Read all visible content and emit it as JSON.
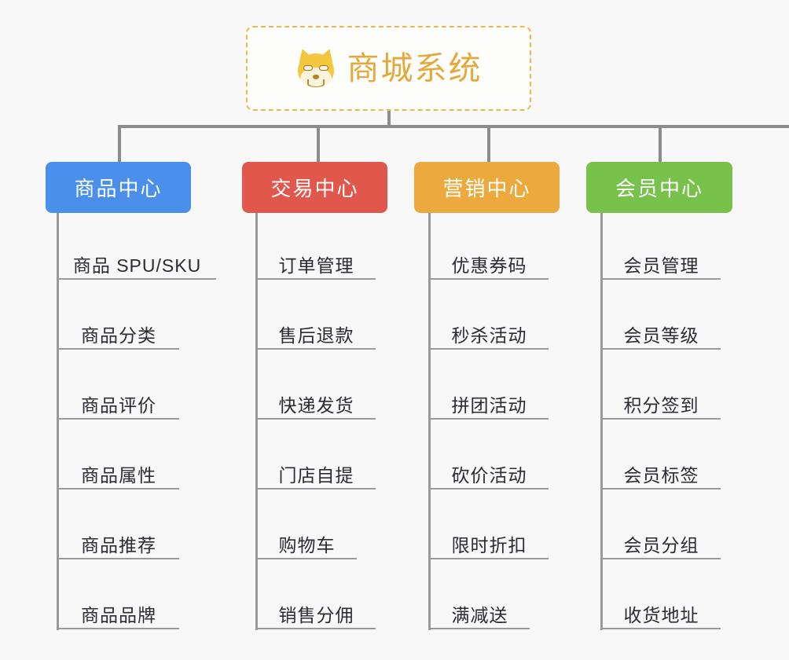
{
  "page": {
    "background_color": "#f8f8f8",
    "type": "org-chart-mindmap"
  },
  "root": {
    "title": "商城系统",
    "icon": "shiba-inu-dog-face-emoji",
    "title_color": "#e4a93c",
    "border_color": "#eeb94a",
    "border_style": "dashed"
  },
  "connector": {
    "color": "#8c8c8c"
  },
  "columns": [
    {
      "label": "商品中心",
      "color": "#4a90ea",
      "text_color": "#ffffff",
      "items": [
        "商品 SPU/SKU",
        "商品分类",
        "商品评价",
        "商品属性",
        "商品推荐",
        "商品品牌"
      ]
    },
    {
      "label": "交易中心",
      "color": "#e2574c",
      "text_color": "#ffffff",
      "items": [
        "订单管理",
        "售后退款",
        "快递发货",
        "门店自提",
        "购物车",
        "销售分佣"
      ]
    },
    {
      "label": "营销中心",
      "color": "#eca93e",
      "text_color": "#ffffff",
      "items": [
        "优惠券码",
        "秒杀活动",
        "拼团活动",
        "砍价活动",
        "限时折扣",
        "满减送"
      ]
    },
    {
      "label": "会员中心",
      "color": "#78c14b",
      "text_color": "#ffffff",
      "items": [
        "会员管理",
        "会员等级",
        "积分签到",
        "会员标签",
        "会员分组",
        "收货地址"
      ]
    }
  ]
}
